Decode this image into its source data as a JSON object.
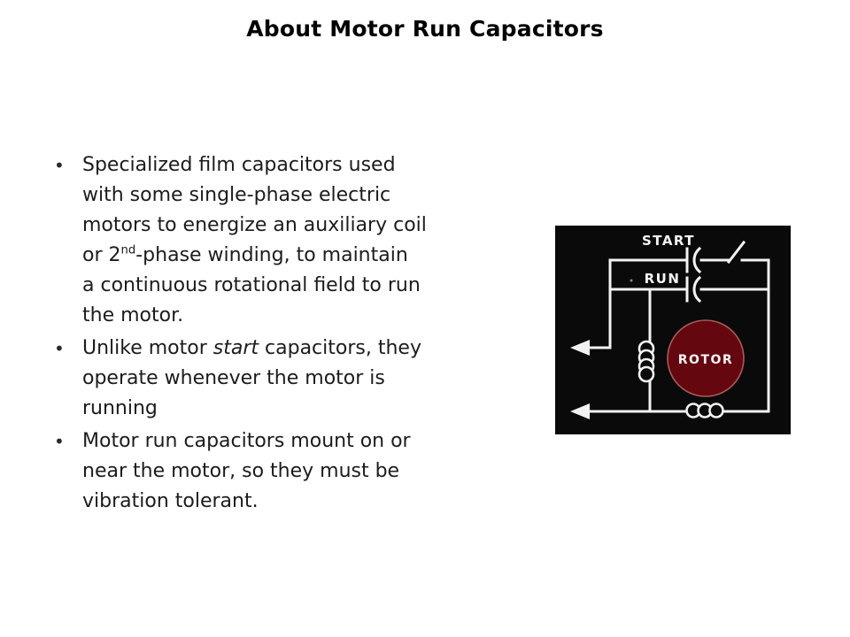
{
  "slide": {
    "title": "About Motor Run Capacitors",
    "bullet_char": "•",
    "bullets": [
      {
        "segments": {
          "pre": "Specialized film capacitors used\nwith some single-phase electric\nmotors to energize an auxiliary coil\nor 2",
          "sup": "nd",
          "post": "-phase winding, to maintain\na continuous rotational field to run\nthe motor."
        }
      },
      {
        "segments": {
          "pre": "Unlike motor ",
          "italic": "start",
          "post": " capacitors, they\noperate whenever the motor is\nrunning"
        }
      },
      {
        "segments": {
          "text": "Motor run capacitors mount on or\nnear the motor, so they must be\nvibration tolerant."
        }
      }
    ]
  },
  "diagram": {
    "labels": {
      "start": "START",
      "run": "RUN",
      "rotor": "ROTOR"
    },
    "colors": {
      "background": "#0a0a0a",
      "line": "#f2f2f2",
      "label": "#f5f5f5",
      "rotor_fill": "#64070e",
      "rotor_stroke": "#a85b5b"
    }
  }
}
